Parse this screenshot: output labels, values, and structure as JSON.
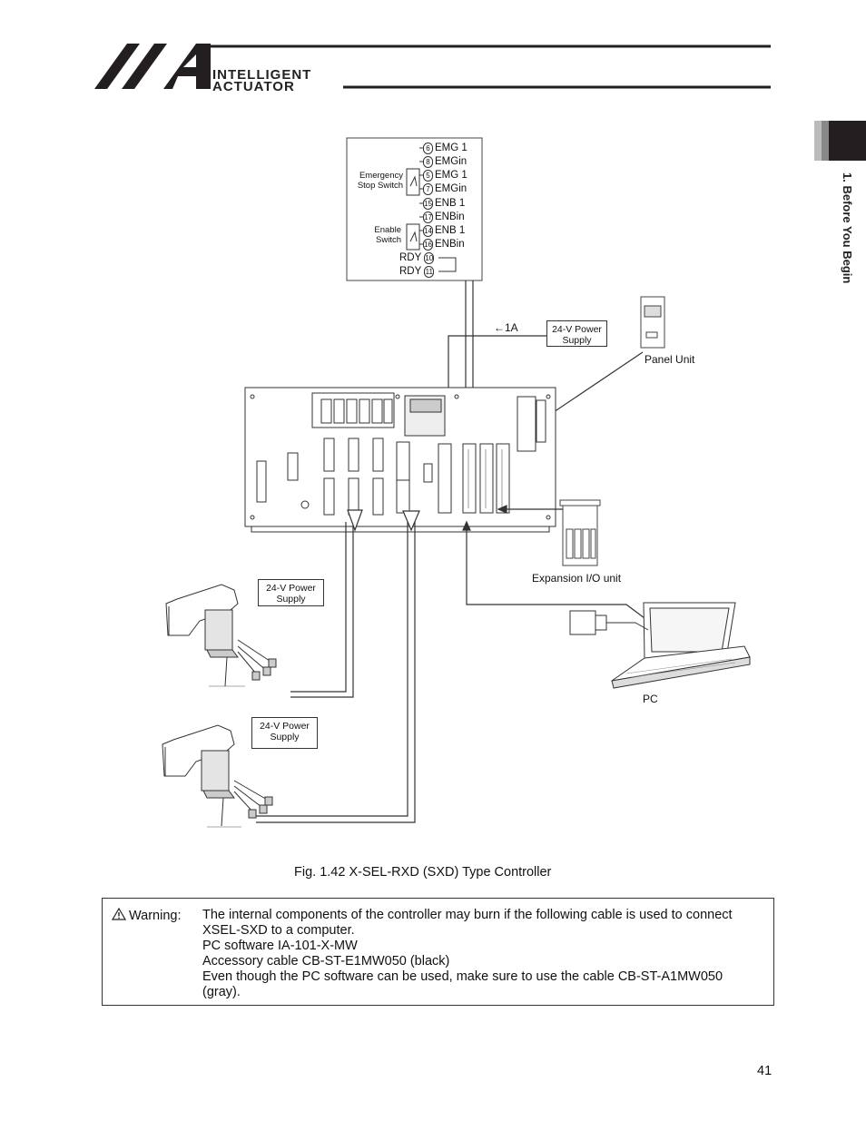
{
  "header": {
    "logo_line1": "INTELLIGENT",
    "logo_line2": "ACTUATOR"
  },
  "side_tab": {
    "label": "1. Before You Begin"
  },
  "diagram": {
    "terminal_box": {
      "emergency_label": [
        "Emergency",
        "Stop Switch"
      ],
      "enable_label": [
        "Enable",
        "Switch"
      ],
      "terminals": [
        {
          "num": "6",
          "name": "EMG 1"
        },
        {
          "num": "8",
          "name": "EMGin"
        },
        {
          "num": "5",
          "name": "EMG 1"
        },
        {
          "num": "7",
          "name": "EMGin"
        },
        {
          "num": "15",
          "name": "ENB 1"
        },
        {
          "num": "17",
          "name": "ENBin"
        },
        {
          "num": "14",
          "name": "ENB 1"
        },
        {
          "num": "16",
          "name": "ENBin"
        },
        {
          "num": "10",
          "name": "RDY"
        },
        {
          "num": "11",
          "name": "RDY"
        }
      ]
    },
    "power_label_top": "←1A",
    "power_supply_label": [
      "24-V Power",
      "Supply"
    ],
    "panel_unit": "Panel Unit",
    "expansion_unit": "Expansion I/O unit",
    "pc_label": "PC",
    "caption": "Fig. 1.42 X-SEL-RXD (SXD) Type Controller"
  },
  "warning": {
    "title": "Warning:",
    "lines": [
      "The internal components of the controller may burn if the following cable is used to connect",
      "XSEL-SXD to a computer.",
      "PC software IA-101-X-MW",
      "Accessory cable CB-ST-E1MW050 (black)",
      "Even though the PC software can be used, make sure to use the cable CB-ST-A1MW050",
      "(gray)."
    ]
  },
  "page_number": "41",
  "colors": {
    "dark": "#231f20",
    "tab_gray": "#888888"
  }
}
